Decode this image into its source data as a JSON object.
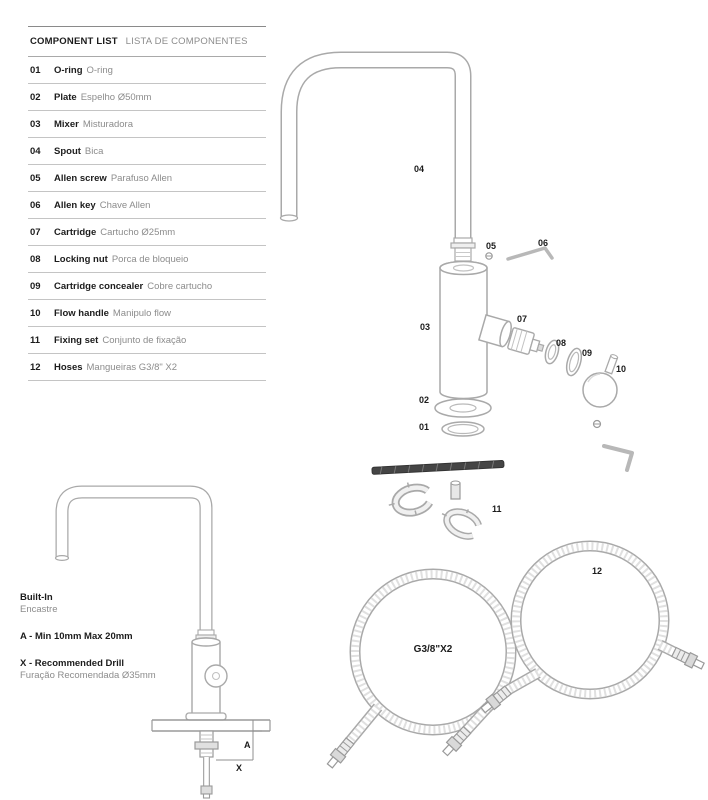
{
  "header": {
    "title_en": "COMPONENT LIST",
    "title_pt": "LISTA DE COMPONENTES"
  },
  "components": [
    {
      "num": "01",
      "en": "O-ring",
      "pt": "O-ring"
    },
    {
      "num": "02",
      "en": "Plate",
      "pt": "Espelho Ø50mm"
    },
    {
      "num": "03",
      "en": "Mixer",
      "pt": "Misturadora"
    },
    {
      "num": "04",
      "en": "Spout",
      "pt": "Bica"
    },
    {
      "num": "05",
      "en": "Allen screw",
      "pt": "Parafuso Allen"
    },
    {
      "num": "06",
      "en": "Allen key",
      "pt": "Chave Allen"
    },
    {
      "num": "07",
      "en": "Cartridge",
      "pt": "Cartucho Ø25mm"
    },
    {
      "num": "08",
      "en": "Locking nut",
      "pt": "Porca de bloqueio"
    },
    {
      "num": "09",
      "en": "Cartridge concealer",
      "pt": "Cobre cartucho"
    },
    {
      "num": "10",
      "en": "Flow handle",
      "pt": "Manipulo flow"
    },
    {
      "num": "11",
      "en": "Fixing set",
      "pt": "Conjunto de fixação"
    },
    {
      "num": "12",
      "en": "Hoses",
      "pt": "Mangueiras G3/8\" X2"
    }
  ],
  "built_in": {
    "title_en": "Built-In",
    "title_pt": "Encastre",
    "dim_a": "A - Min 10mm Max 20mm",
    "dim_x_title": "X - Recommended Drill",
    "dim_x_pt": "Furação Recomendada Ø35mm",
    "label_a": "A",
    "label_x": "X"
  },
  "diagram": {
    "callouts": {
      "c01": "01",
      "c02": "02",
      "c03": "03",
      "c04": "04",
      "c05": "05",
      "c06": "06",
      "c07": "07",
      "c08": "08",
      "c09": "09",
      "c10": "10",
      "c11": "11",
      "c12": "12"
    },
    "hose_label": "G3/8\"X2"
  },
  "colors": {
    "line": "#a9a9a9",
    "dark_bar": "#454545",
    "text": "#1b1b1b",
    "muted": "#8c8c8c"
  }
}
